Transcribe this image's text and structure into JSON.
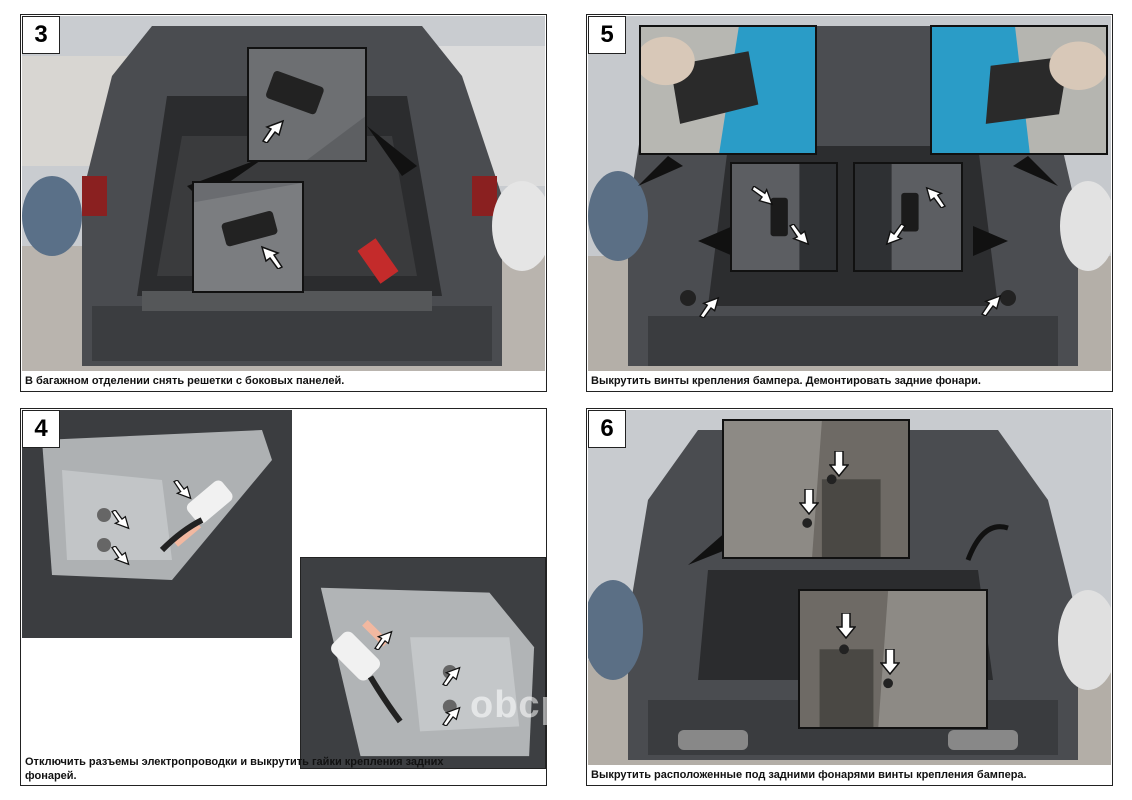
{
  "steps": [
    {
      "number": "3",
      "caption": "В багажном отделении снять решетки с боковых панелей."
    },
    {
      "number": "5",
      "caption": "Выкрутить винты крепления бампера. Демонтировать задние фонари."
    },
    {
      "number": "4",
      "caption": "Отключить разъемы электропроводки и выкрутить гайки крепления задних фонарей."
    },
    {
      "number": "6",
      "caption": "Выкрутить расположенные под задними фонарями винты крепления бампера."
    }
  ],
  "watermark": {
    "main": "obcp",
    "suffix": ".ru"
  },
  "colors": {
    "border": "#222222",
    "caption": "#111111",
    "arrow": "#ffffff"
  }
}
